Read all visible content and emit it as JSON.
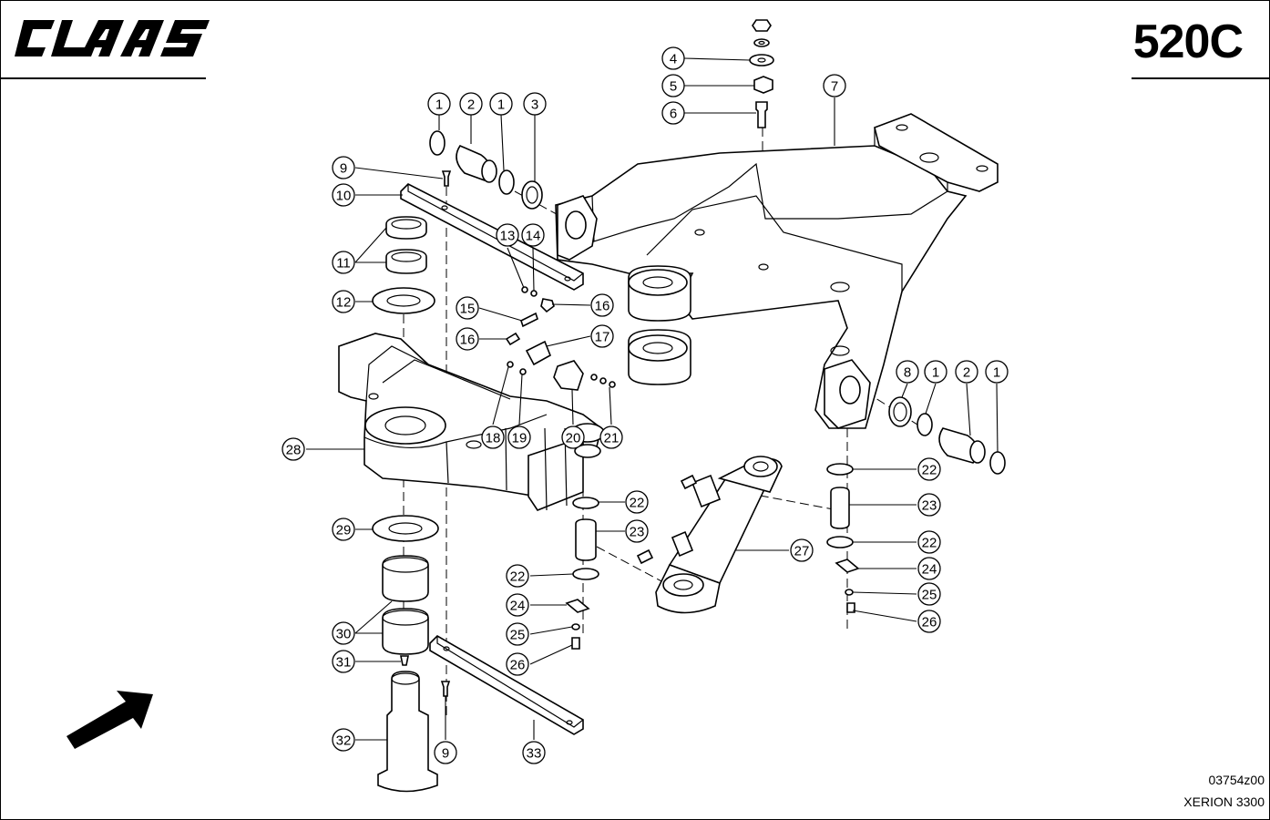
{
  "header": {
    "brand": "CLAAS",
    "page_code": "520C"
  },
  "footer": {
    "drawing_number": "03754z00",
    "model": "XERION 3300"
  },
  "callouts": [
    {
      "id": "c1a",
      "label": "1"
    },
    {
      "id": "c2a",
      "label": "2"
    },
    {
      "id": "c1b",
      "label": "1"
    },
    {
      "id": "c3",
      "label": "3"
    },
    {
      "id": "c4",
      "label": "4"
    },
    {
      "id": "c5",
      "label": "5"
    },
    {
      "id": "c6",
      "label": "6"
    },
    {
      "id": "c7",
      "label": "7"
    },
    {
      "id": "c9a",
      "label": "9"
    },
    {
      "id": "c10",
      "label": "10"
    },
    {
      "id": "c11",
      "label": "11"
    },
    {
      "id": "c12",
      "label": "12"
    },
    {
      "id": "c13",
      "label": "13"
    },
    {
      "id": "c14",
      "label": "14"
    },
    {
      "id": "c15",
      "label": "15"
    },
    {
      "id": "c16a",
      "label": "16"
    },
    {
      "id": "c16b",
      "label": "16"
    },
    {
      "id": "c17",
      "label": "17"
    },
    {
      "id": "c18",
      "label": "18"
    },
    {
      "id": "c19",
      "label": "19"
    },
    {
      "id": "c20",
      "label": "20"
    },
    {
      "id": "c21",
      "label": "21"
    },
    {
      "id": "c8",
      "label": "8"
    },
    {
      "id": "c1c",
      "label": "1"
    },
    {
      "id": "c2b",
      "label": "2"
    },
    {
      "id": "c1d",
      "label": "1"
    },
    {
      "id": "c22a",
      "label": "22"
    },
    {
      "id": "c23a",
      "label": "23"
    },
    {
      "id": "c22b",
      "label": "22"
    },
    {
      "id": "c24a",
      "label": "24"
    },
    {
      "id": "c25a",
      "label": "25"
    },
    {
      "id": "c26a",
      "label": "26"
    },
    {
      "id": "c28",
      "label": "28"
    },
    {
      "id": "c22c",
      "label": "22"
    },
    {
      "id": "c23b",
      "label": "23"
    },
    {
      "id": "c27",
      "label": "27"
    },
    {
      "id": "c22d",
      "label": "22"
    },
    {
      "id": "c24b",
      "label": "24"
    },
    {
      "id": "c25b",
      "label": "25"
    },
    {
      "id": "c26b",
      "label": "26"
    },
    {
      "id": "c29",
      "label": "29"
    },
    {
      "id": "c30",
      "label": "30"
    },
    {
      "id": "c31",
      "label": "31"
    },
    {
      "id": "c32",
      "label": "32"
    },
    {
      "id": "c9b",
      "label": "9"
    },
    {
      "id": "c33",
      "label": "33"
    }
  ]
}
